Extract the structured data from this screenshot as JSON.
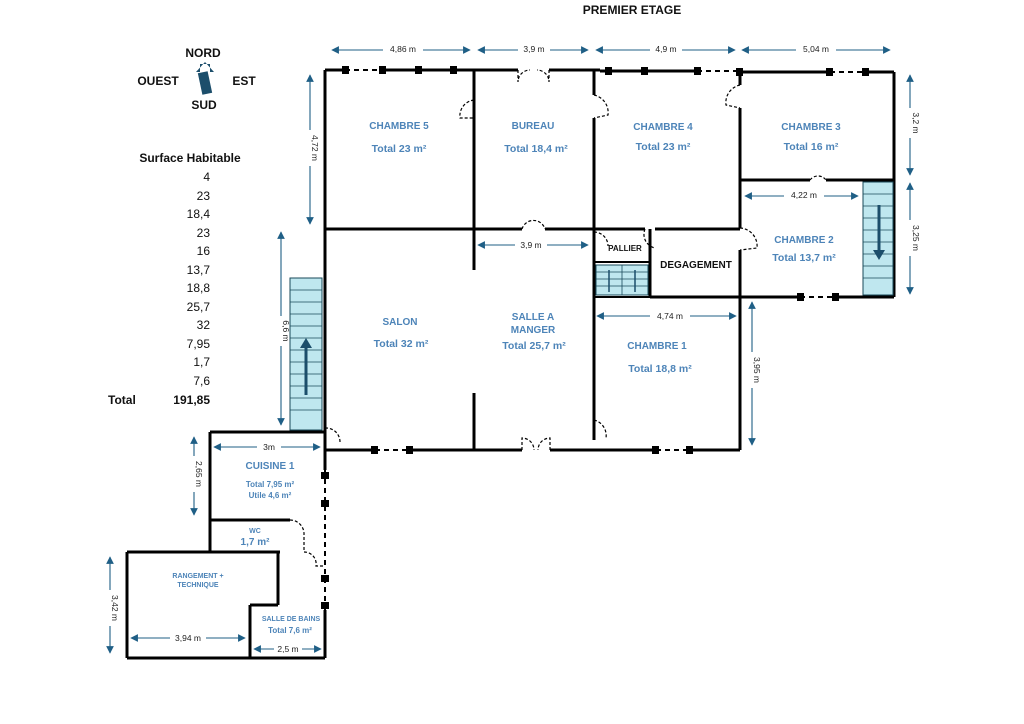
{
  "title": "PREMIER ETAGE",
  "compass": {
    "north": "NORD",
    "south": "SUD",
    "west": "OUEST",
    "east": "EST"
  },
  "legend": {
    "heading": "Surface Habitable",
    "values": [
      "4",
      "23",
      "18,4",
      "23",
      "16",
      "13,7",
      "18,8",
      "25,7",
      "32",
      "7,95",
      "1,7",
      "7,6"
    ],
    "total_label": "Total",
    "total_value": "191,85"
  },
  "rooms": {
    "chambre5": {
      "name": "CHAMBRE 5",
      "total": "Total 23 m²"
    },
    "bureau": {
      "name": "BUREAU",
      "total": "Total 18,4 m²"
    },
    "chambre4": {
      "name": "CHAMBRE 4",
      "total": "Total 23 m²"
    },
    "chambre3": {
      "name": "CHAMBRE 3",
      "total": "Total 16 m²"
    },
    "chambre2": {
      "name": "CHAMBRE 2",
      "total": "Total 13,7 m²"
    },
    "pallier": {
      "name": "PALLIER"
    },
    "degagement": {
      "name": "DEGAGEMENT"
    },
    "salon": {
      "name": "SALON",
      "total": "Total 32 m²"
    },
    "salle_a_manger": {
      "name_line1": "SALLE A",
      "name_line2": "MANGER",
      "total": "Total 25,7 m²"
    },
    "chambre1": {
      "name": "CHAMBRE 1",
      "total": "Total 18,8 m²"
    },
    "cuisine1": {
      "name": "CUISINE 1",
      "total": "Total 7,95 m²",
      "useful": "Utile 4,6 m²"
    },
    "wc": {
      "name": "WC",
      "total": "1,7 m²"
    },
    "rangement": {
      "name_line1": "RANGEMENT +",
      "name_line2": "TECHNIQUE"
    },
    "salle_de_bains": {
      "name": "SALLE DE BAINS",
      "total": "Total 7,6 m²"
    }
  },
  "dimensions": {
    "top_chambre5": "4,86 m",
    "top_bureau": "3,9 m",
    "top_chambre4": "4,9 m",
    "top_chambre3": "5,04 m",
    "right_chambre3": "3,2 m",
    "right_chambre2": "3,25 m",
    "chambre2_width": "4,22 m",
    "left_chambre5": "4,72 m",
    "salle_width": "3,9 m",
    "chambre1_width": "4,74 m",
    "chambre1_height": "3,95 m",
    "stair_height": "6,6 m",
    "cuisine_width": "3m",
    "cuisine_height": "2,65 m",
    "rangement_height": "3,42 m",
    "rangement_width": "3,94 m",
    "sdb_width": "2,5 m"
  },
  "colors": {
    "room_label": "#4d84b8",
    "dimension": "#1f5f86",
    "stair": "#bfe7ef",
    "wall": "#000000"
  }
}
